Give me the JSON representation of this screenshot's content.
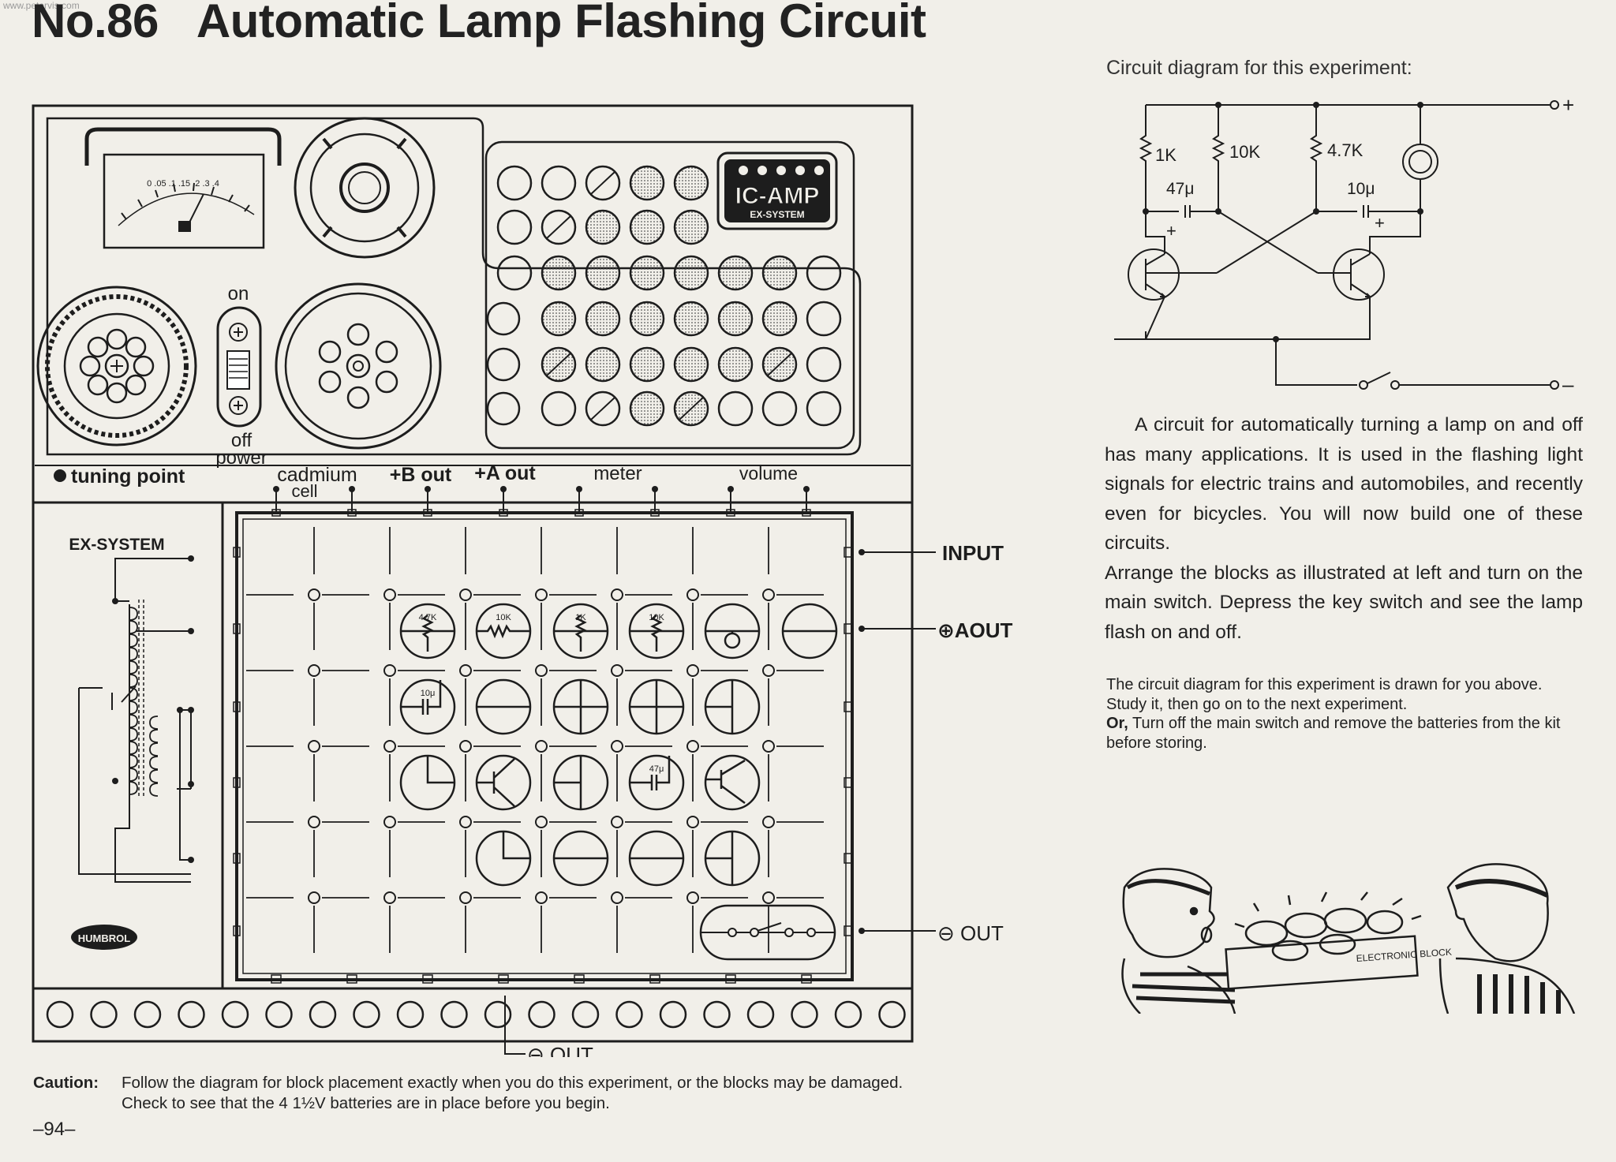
{
  "watermark": "www.petervis.com",
  "header": {
    "number": "No.86",
    "title": "Automatic Lamp Flashing Circuit"
  },
  "kit": {
    "meter_scale": "0 .05 .1 .15 .2 .3 .4",
    "ic_amp_title": "IC-AMP",
    "ic_amp_sub": "EX-SYSTEM",
    "switch_on": "on",
    "switch_off": "off",
    "switch_power": "power",
    "tuning_point": "tuning point",
    "terminals": [
      "cadmium",
      "cell",
      "+B out",
      "+A out",
      "meter",
      "volume"
    ],
    "ex_system": "EX-SYSTEM",
    "brand": "HUMBROL",
    "side_labels": {
      "input": "INPUT",
      "aout": "⊕AOUT",
      "out": "⊖ OUT"
    },
    "bottom_out": "⊖ OUT",
    "block_labels": {
      "r1": "4.7K",
      "r2": "10K",
      "r3": "1K",
      "r4": "10K",
      "c1": "10μ",
      "c2": "47μ",
      "board_text": "ELECTRONIC BLOCK"
    }
  },
  "schematic": {
    "caption": "Circuit diagram for this experiment:",
    "r1": "1K",
    "r2": "10K",
    "r3": "4.7K",
    "c1": "47μ",
    "c2": "10μ",
    "plus": "+",
    "minus": "–"
  },
  "description": {
    "p1": "A circuit for automatically turning a lamp on and off has many applications. It is used in the flashing light signals for electric trains and automobiles, and recently even for bicycles. You will now build one of these circuits.",
    "p2": "Arrange the blocks as illustrated at left and turn on the main switch. Depress the key switch and see the lamp flash on and off."
  },
  "note": {
    "p1": "The circuit diagram for this experiment is drawn for you above. Study it, then go on to the next experiment.",
    "p2_bold": "Or,",
    "p2": " Turn off the main switch and remove the batteries from the kit before storing."
  },
  "caution": {
    "head": "Caution:",
    "body": "Follow the diagram for block placement exactly when you do this experiment, or the blocks may be damaged. Check to see that the 4 1½V batteries are in place before you begin."
  },
  "page_number": "–94–"
}
